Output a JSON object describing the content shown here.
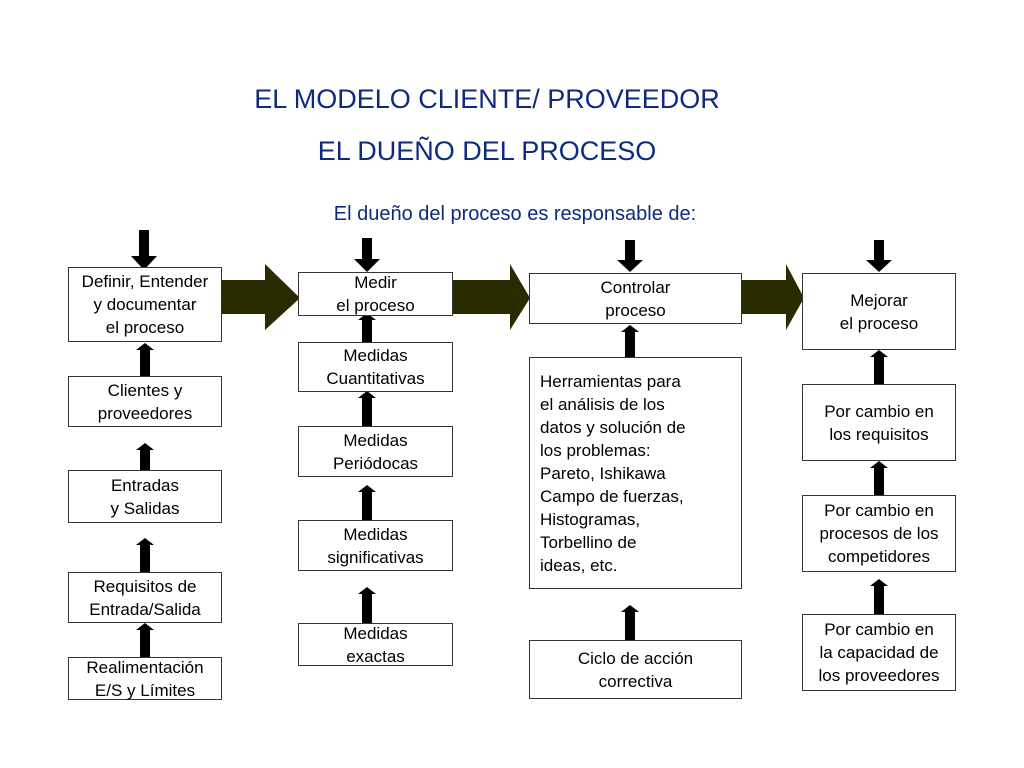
{
  "titles": {
    "line1": "EL MODELO CLIENTE/ PROVEEDOR",
    "line2": "EL DUEÑO DEL PROCESO",
    "subtitle": "El dueño del proceso es responsable de:"
  },
  "columns": {
    "definir": {
      "main": "Definir, Entender\ny documentar\nel proceso",
      "items": [
        "Clientes y\nproveedores",
        "Entradas\ny Salidas",
        "Requisitos de\nEntrada/Salida",
        "Realimentación\nE/S y Límites"
      ]
    },
    "medir": {
      "main": "Medir\nel proceso",
      "items": [
        "Medidas\nCuantitativas",
        "Medidas\nPeriódocas",
        "Medidas\nsignificativas",
        "Medidas\nexactas"
      ]
    },
    "controlar": {
      "main": "Controlar\nproceso",
      "items": [
        "Herramientas para\nel análisis de los\ndatos y solución de\nlos problemas:\nPareto, Ishikawa\nCampo de fuerzas,\nHistogramas,\nTorbellino de\nideas, etc.",
        "Ciclo de acción\ncorrectiva"
      ]
    },
    "mejorar": {
      "main": "Mejorar\nel proceso",
      "items": [
        "Por cambio en\nlos requisitos",
        "Por cambio en\nprocesos de los\ncompetidores",
        "Por cambio en\nla capacidad de\nlos proveedores"
      ]
    }
  },
  "colors": {
    "title": "#0d2a80",
    "big_arrow_fill": "#2b2b00",
    "arrow": "#000000"
  }
}
